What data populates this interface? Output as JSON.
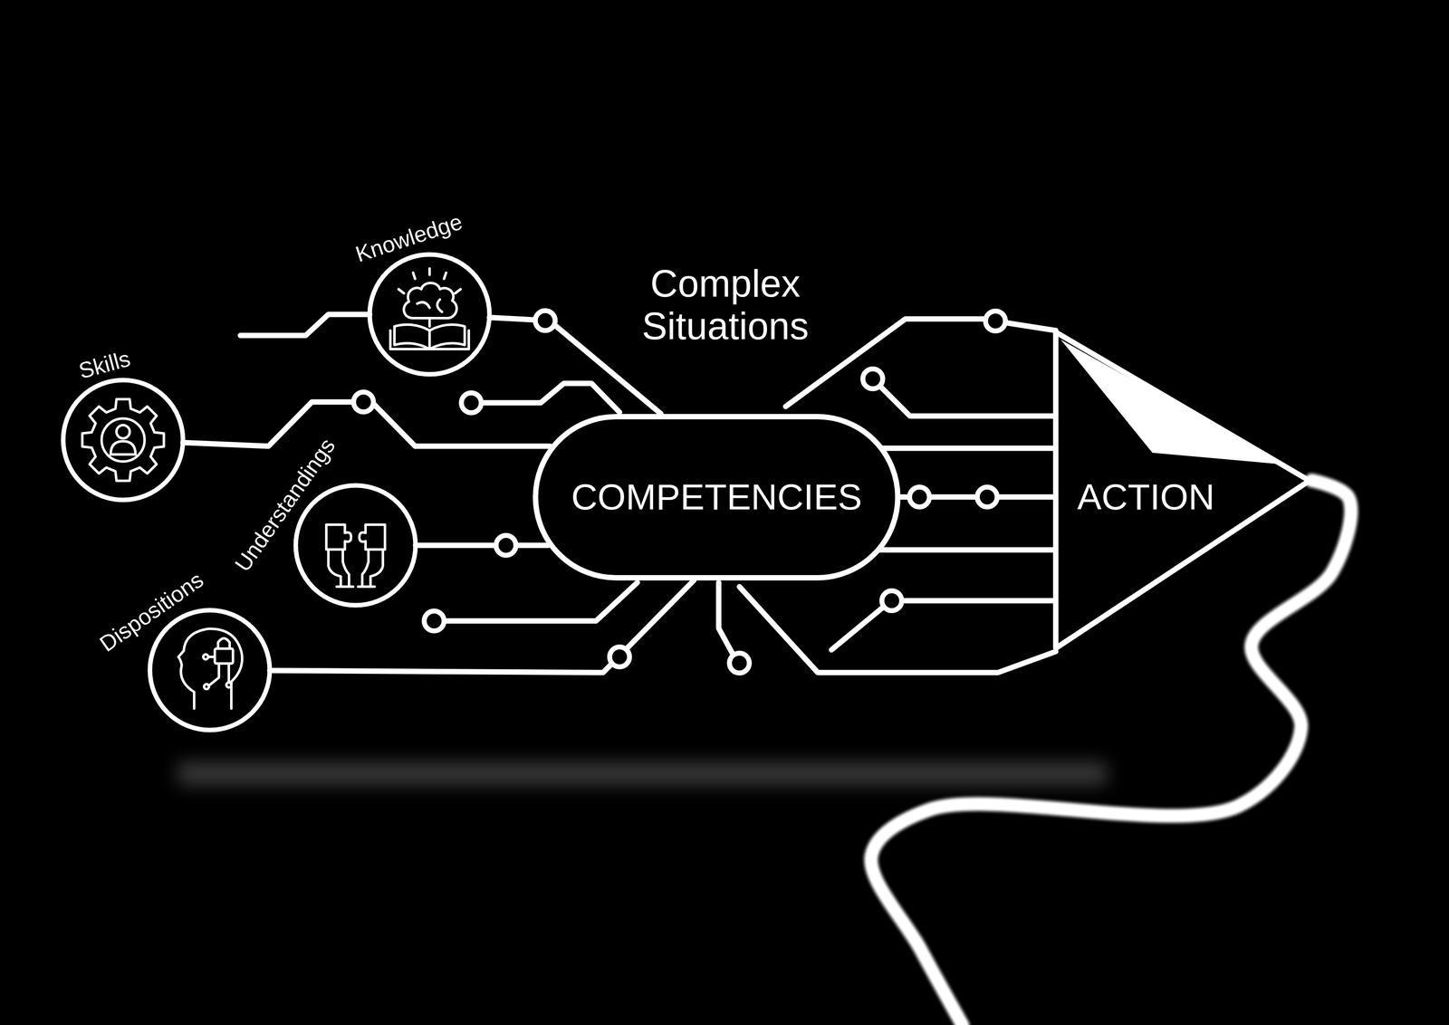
{
  "diagram": {
    "nodes": [
      {
        "text": [
          "Knowledge"
        ]
      },
      {
        "text": [
          "Skills"
        ]
      },
      {
        "text": [
          "Understandings"
        ]
      },
      {
        "text": [
          "Dispositions"
        ]
      },
      {
        "text": [
          "COMPETENCIES"
        ]
      },
      {
        "text": [
          "ACTION"
        ]
      }
    ],
    "edges": [
      {
        "from": 0,
        "to": 4,
        "arrow": "none"
      },
      {
        "from": 1,
        "to": 4,
        "arrow": "none"
      },
      {
        "from": 2,
        "to": 4,
        "arrow": "none"
      },
      {
        "from": 3,
        "to": 4,
        "arrow": "none"
      },
      {
        "from": 4,
        "to": 5,
        "arrow": "none"
      }
    ],
    "labels": [
      "Complex Situations"
    ]
  }
}
